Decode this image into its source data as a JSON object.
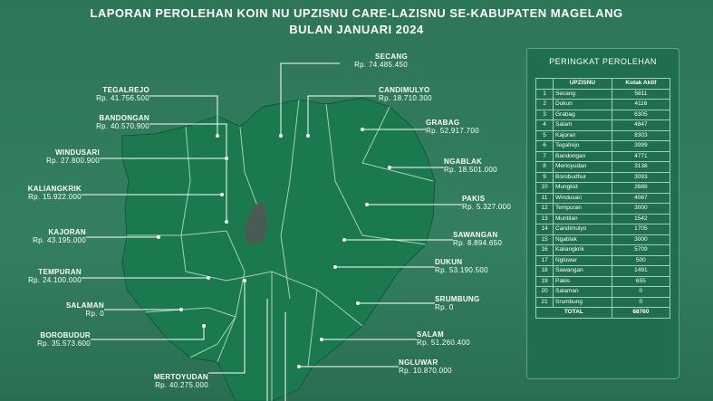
{
  "title_line1": "LAPORAN PEROLEHAN KOIN NU UPZISNU CARE-LAZISNU SE-KABUPATEN MAGELANG",
  "title_line2": "BULAN JANUARI 2024",
  "map_labels": [
    {
      "name": "SECANG",
      "value": "Rp. 74.485.450"
    },
    {
      "name": "TEGALREJO",
      "value": "Rp. 41.756.500"
    },
    {
      "name": "CANDIMULYO",
      "value": "Rp. 18.710.300"
    },
    {
      "name": "BANDONGAN",
      "value": "Rp. 40.570.900"
    },
    {
      "name": "GRABAG",
      "value": "Rp. 52.917.700"
    },
    {
      "name": "WINDUSARI",
      "value": "Rp. 27.800.900"
    },
    {
      "name": "NGABLAK",
      "value": "Rp. 18.501.000"
    },
    {
      "name": "KALIANGKRIK",
      "value": "Rp. 15.922.000"
    },
    {
      "name": "PAKIS",
      "value": "Rp. 5.327.000"
    },
    {
      "name": "KAJORAN",
      "value": "Rp. 43.195.000"
    },
    {
      "name": "SAWANGAN",
      "value": "Rp. 8.894.650"
    },
    {
      "name": "TEMPURAN",
      "value": "Rp. 24.100.000"
    },
    {
      "name": "DUKUN",
      "value": "Rp. 53.190.500"
    },
    {
      "name": "SALAMAN",
      "value": "Rp. 0"
    },
    {
      "name": "SRUMBUNG",
      "value": "Rp. 0"
    },
    {
      "name": "BOROBUDUR",
      "value": "Rp. 35.573.600"
    },
    {
      "name": "SALAM",
      "value": "Rp. 51.260.400"
    },
    {
      "name": "NGLUWAR",
      "value": "Rp. 10.870.000"
    },
    {
      "name": "MERTOYUDAN",
      "value": "Rp. 40.275.000"
    }
  ],
  "ranking": {
    "title": "PERINGKAT PEROLEHAN",
    "headers": [
      "",
      "UPZISNU",
      "Kotak Aktif"
    ],
    "rows": [
      [
        "1",
        "Secang",
        "5811"
      ],
      [
        "2",
        "Dukun",
        "4116"
      ],
      [
        "3",
        "Grabag",
        "6305"
      ],
      [
        "4",
        "Salam",
        "4847"
      ],
      [
        "5",
        "Kajoran",
        "8303"
      ],
      [
        "6",
        "Tegalrejo",
        "3999"
      ],
      [
        "7",
        "Bandongan",
        "4771"
      ],
      [
        "8",
        "Mertoyudan",
        "3138"
      ],
      [
        "9",
        "Borobudhur",
        "3093"
      ],
      [
        "10",
        "Mungkid",
        "2688"
      ],
      [
        "11",
        "Windusari",
        "4087"
      ],
      [
        "12",
        "Tempuran",
        "3000"
      ],
      [
        "13",
        "Muntilan",
        "1542"
      ],
      [
        "14",
        "Candimulyo",
        "1705"
      ],
      [
        "15",
        "Ngablak",
        "3000"
      ],
      [
        "16",
        "Kaliangkrik",
        "5709"
      ],
      [
        "17",
        "Ngluwar",
        "500"
      ],
      [
        "18",
        "Sawangan",
        "1491"
      ],
      [
        "19",
        "Pakis",
        "655"
      ],
      [
        "20",
        "Salaman",
        "0"
      ],
      [
        "21",
        "Srumbung",
        "0"
      ]
    ],
    "total_label": "TOTAL",
    "total_value": "68760"
  },
  "colors": {
    "background": "#2f7a5a",
    "map_fill": "#1a7a4e",
    "panel": "#1f6e4d"
  }
}
